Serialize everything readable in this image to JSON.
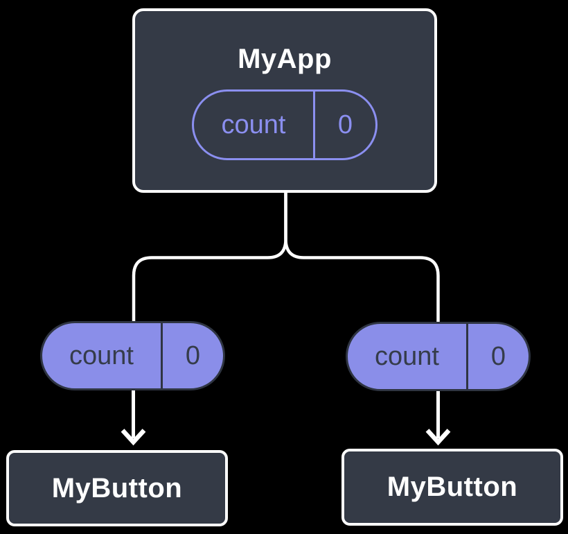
{
  "diagram": {
    "description": "React component tree showing state lifted to parent and passed down as props",
    "background": "#000000",
    "colors": {
      "node_fill": "#343a46",
      "node_border": "#ffffff",
      "node_text": "#ffffff",
      "connector": "#ffffff",
      "purple": "#8b8ff0",
      "pill_filled_bg": "#8a8ee9",
      "pill_filled_ink": "#353c4a"
    },
    "root": {
      "label": "MyApp",
      "state": {
        "key": "count",
        "value": "0"
      }
    },
    "left_branch": {
      "prop": {
        "key": "count",
        "value": "0"
      },
      "child": {
        "label": "MyButton"
      }
    },
    "right_branch": {
      "prop": {
        "key": "count",
        "value": "0"
      },
      "child": {
        "label": "MyButton"
      }
    }
  }
}
